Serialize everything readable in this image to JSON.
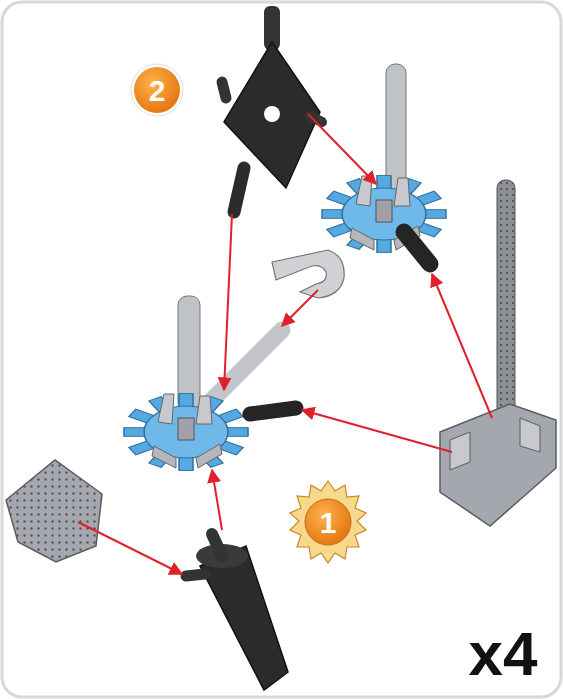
{
  "diagram": {
    "labels": [
      "2",
      "1",
      "x4"
    ]
  }
}
